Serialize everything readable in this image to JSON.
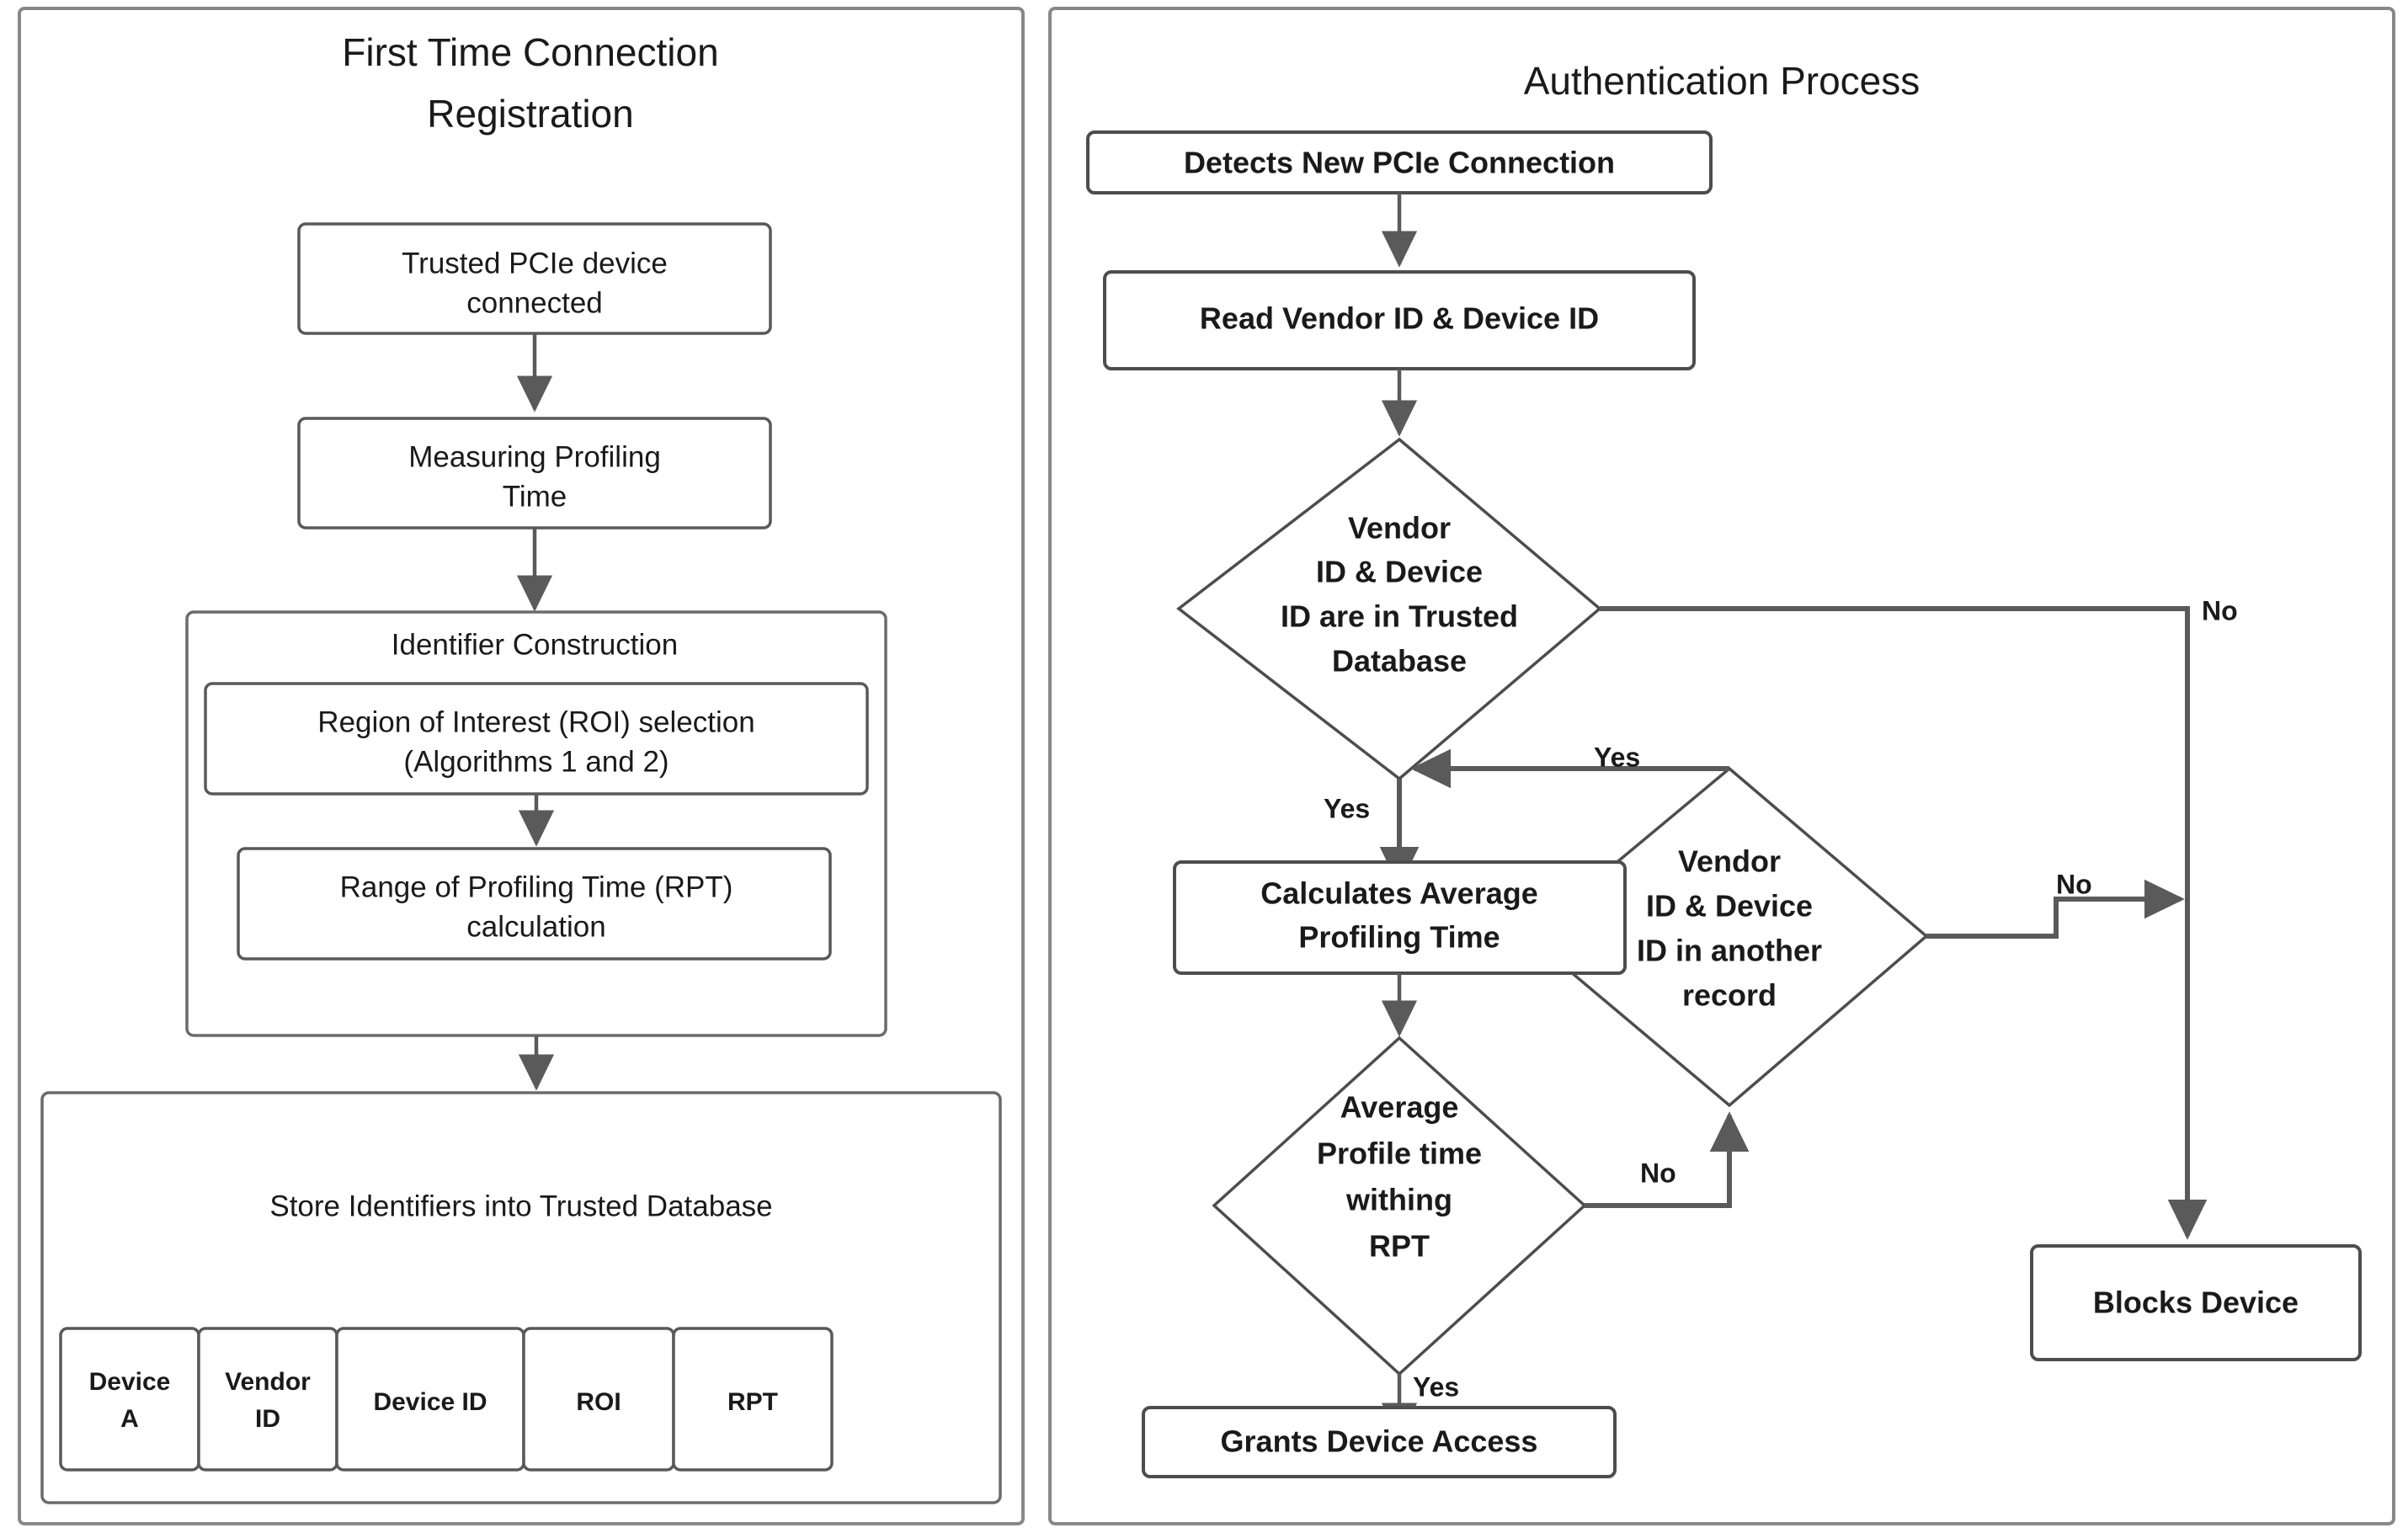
{
  "diagram": {
    "type": "flowchart",
    "panels": [
      {
        "id": "registration",
        "title": "First Time Connection Registration",
        "title_line1": "First Time Connection",
        "title_line2": "Registration",
        "nodes": [
          {
            "id": "trusted-device",
            "shape": "process",
            "line1": "Trusted PCIe device",
            "line2": "connected"
          },
          {
            "id": "measuring-profiling",
            "shape": "process",
            "line1": "Measuring Profiling",
            "line2": "Time"
          },
          {
            "id": "identifier-construction",
            "shape": "group",
            "label": "Identifier Construction"
          },
          {
            "id": "roi-selection",
            "shape": "process",
            "line1": "Region of Interest (ROI) selection",
            "line2": "(Algorithms 1 and 2)"
          },
          {
            "id": "rpt-calculation",
            "shape": "process",
            "line1": "Range of Profiling Time (RPT)",
            "line2": "calculation"
          },
          {
            "id": "store-identifiers",
            "shape": "group",
            "label": "Store Identifiers into Trusted Database"
          }
        ],
        "record_table": {
          "cells": [
            {
              "line1": "Device",
              "line2": "A"
            },
            {
              "line1": "Vendor",
              "line2": "ID"
            },
            {
              "line1": "Device ID",
              "line2": ""
            },
            {
              "line1": "ROI",
              "line2": ""
            },
            {
              "line1": "RPT",
              "line2": ""
            }
          ]
        }
      },
      {
        "id": "authentication",
        "title": "Authentication Process",
        "nodes": [
          {
            "id": "detects-connection",
            "shape": "process",
            "line1": "Detects New PCIe Connection"
          },
          {
            "id": "read-ids",
            "shape": "process",
            "line1": "Read Vendor ID & Device ID"
          },
          {
            "id": "trusted-db-check",
            "shape": "decision",
            "line1": "Vendor",
            "line2": "ID & Device",
            "line3": "ID are in Trusted",
            "line4": "Database"
          },
          {
            "id": "another-record-check",
            "shape": "decision",
            "line1": "Vendor",
            "line2": "ID & Device",
            "line3": "ID in another",
            "line4": "record"
          },
          {
            "id": "calc-average",
            "shape": "process",
            "line1": "Calculates Average",
            "line2": "Profiling Time"
          },
          {
            "id": "within-rpt-check",
            "shape": "decision",
            "line1": "Average",
            "line2": "Profile time",
            "line3": "withing",
            "line4": "RPT"
          },
          {
            "id": "grants-access",
            "shape": "terminal",
            "line1": "Grants Device Access"
          },
          {
            "id": "blocks-device",
            "shape": "terminal",
            "line1": "Blocks Device"
          }
        ],
        "edge_labels": {
          "trusted_db_no": "No",
          "trusted_db_yes": "Yes",
          "another_record_yes": "Yes",
          "another_record_no": "No",
          "within_rpt_no": "No",
          "within_rpt_yes": "Yes"
        }
      }
    ],
    "colors": {
      "stroke": "#4d4d4d",
      "connector": "#5a5a5a",
      "panel_border": "#888888",
      "text": "#1a1a1a",
      "background": "#ffffff"
    }
  }
}
